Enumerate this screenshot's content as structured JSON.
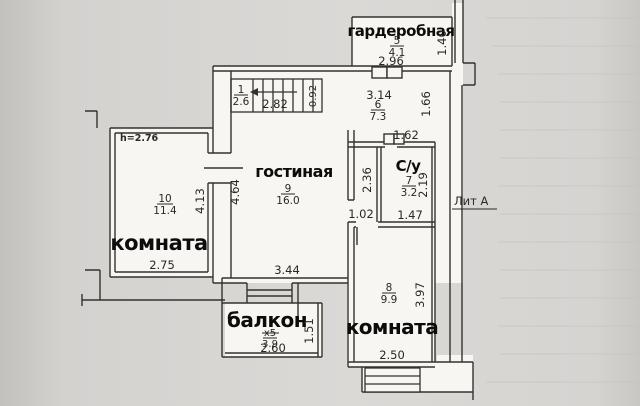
{
  "litera": "Лит А",
  "rooms": {
    "wardrobe": {
      "label": "гардеробная",
      "number": "5",
      "area": "4.1",
      "dim_width": "2.96",
      "dim_side": "1.40"
    },
    "stairs": {
      "number": "1",
      "area": "2.6",
      "dim_run": "2.82",
      "dim_width": "0.92"
    },
    "hall": {
      "number": "6",
      "area": "7.3",
      "dim_width": "3.14",
      "dim_side": "1.66"
    },
    "bathroom": {
      "label": "С/у",
      "number": "7",
      "area": "3.2",
      "dim_top": "1.62",
      "dim_left": "2.36",
      "dim_right": "2.19",
      "dim_bottom": "1.47",
      "dim_door": "1.02"
    },
    "living_room": {
      "label": "гостиная",
      "number": "9",
      "area": "16.0",
      "dim_left": "4.64",
      "dim_bottom": "3.44"
    },
    "room_left": {
      "label": "комната",
      "number": "10",
      "area": "11.4",
      "dim_right": "4.13",
      "dim_bottom": "2.75",
      "ceiling_height": "h=2.76"
    },
    "room_right": {
      "label": "комната",
      "number": "8",
      "area": "9.9",
      "dim_right": "3.97",
      "dim_bottom": "2.50"
    },
    "balcony": {
      "label": "балкон",
      "number": "х5",
      "area": "3.9",
      "dim_bottom": "2.60",
      "dim_right": "1.51"
    }
  }
}
